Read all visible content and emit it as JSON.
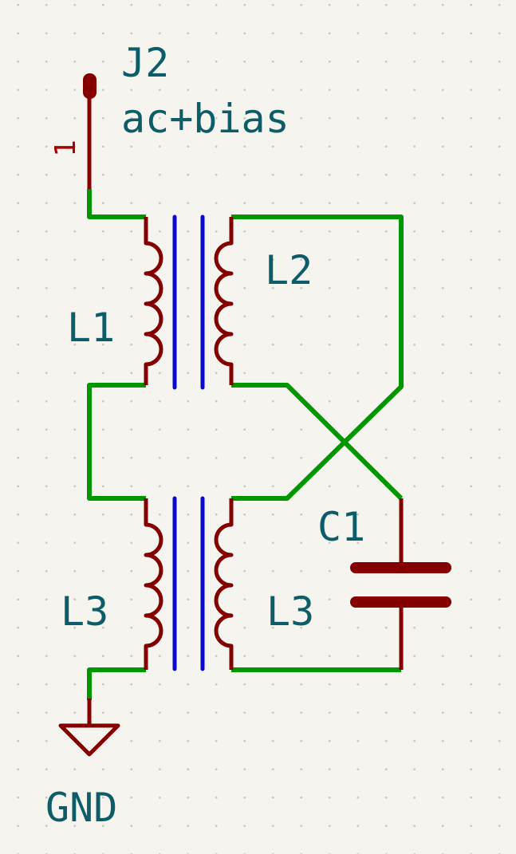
{
  "schematic": {
    "components": {
      "connector": {
        "ref": "J2",
        "value": "ac+bias",
        "pin_number": "1"
      },
      "transformer_top": {
        "primary_ref": "L1",
        "secondary_ref": "L2"
      },
      "transformer_bottom": {
        "primary_ref": "L3",
        "secondary_ref": "L3"
      },
      "capacitor": {
        "ref": "C1"
      },
      "power": {
        "ground_label": "GND"
      }
    },
    "colors": {
      "background": "#F5F4EF",
      "grid_dot": "#C9C9C0",
      "wire": "#009600",
      "symbol": "#840000",
      "core": "#0A0ACD",
      "text": "#0D5D68",
      "pin_number": "#A90000"
    }
  }
}
